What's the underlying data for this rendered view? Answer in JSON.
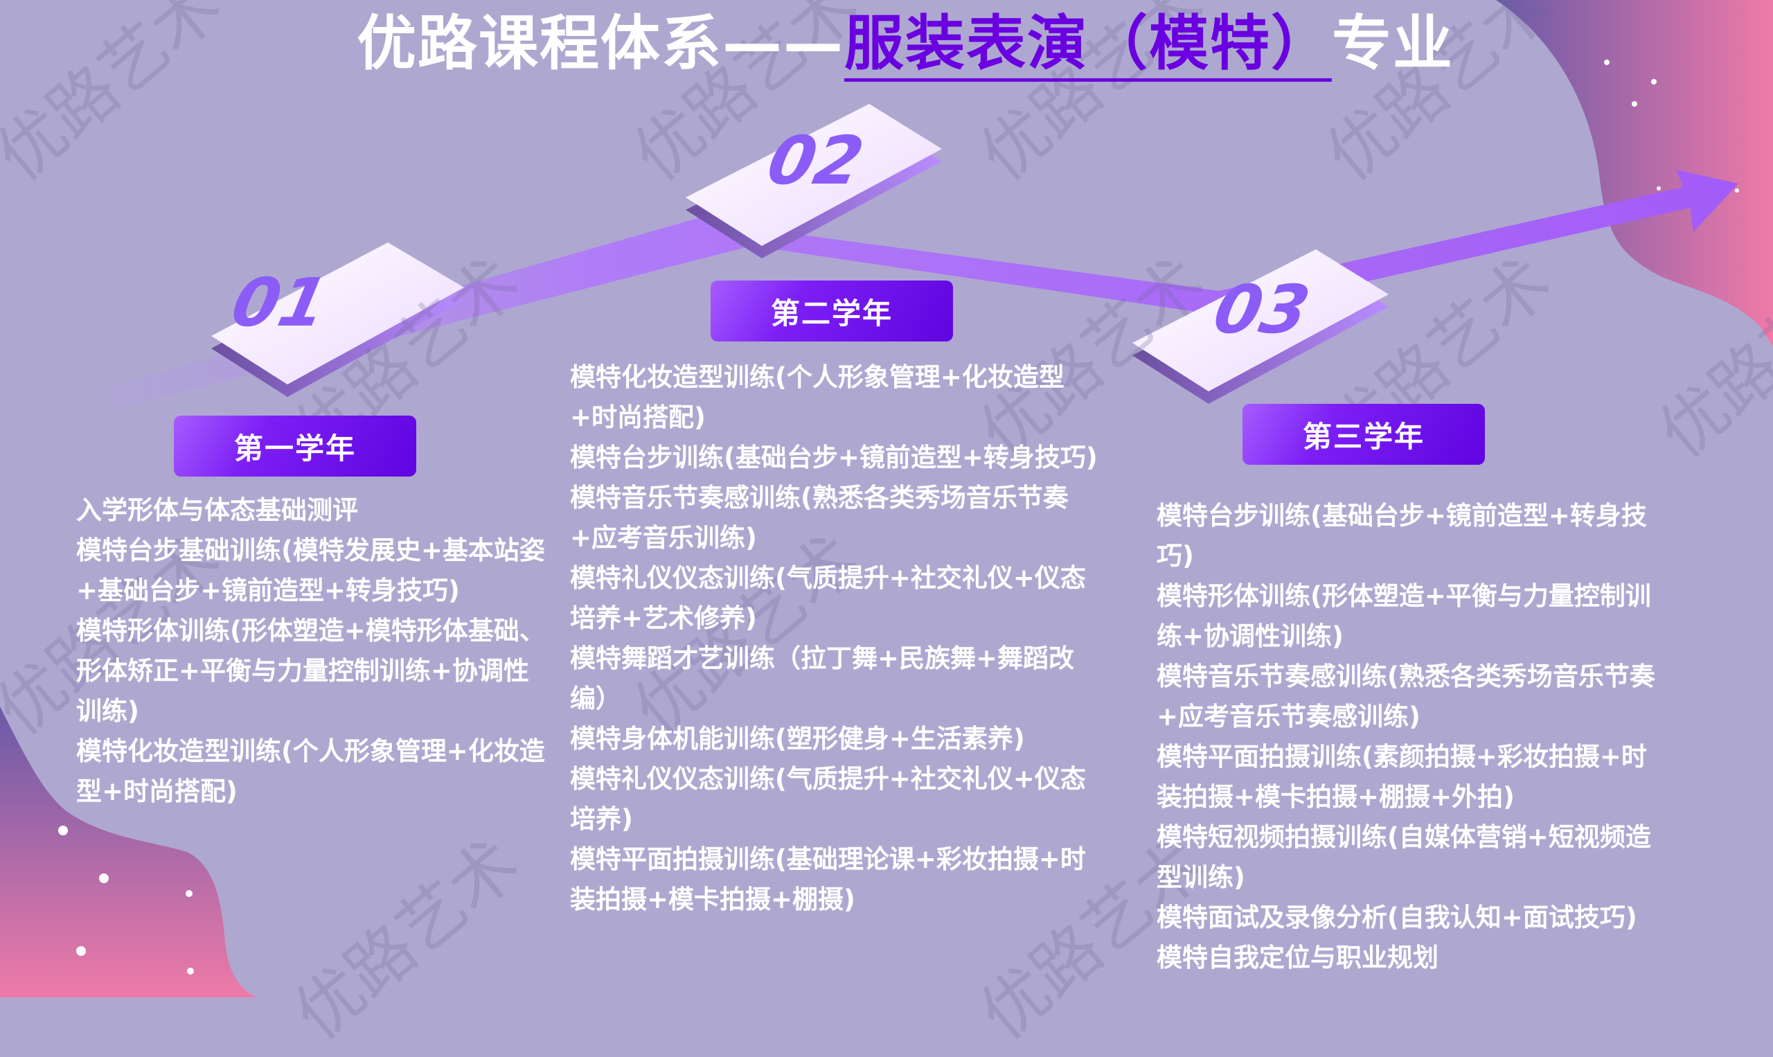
{
  "title": {
    "prefix": "优路课程体系——",
    "highlight": "服装表演（模特）",
    "suffix": "专业"
  },
  "colors": {
    "background": "#aea8d0",
    "accent": "#6a00e0",
    "label_gradient_start": "#a65cff",
    "label_gradient_end": "#6004e0",
    "arrow": "#a56cf5",
    "blob_top": "#6a5aa8",
    "blob_bottom": "#ee7aa8"
  },
  "watermark": "优路艺术",
  "steps": [
    {
      "number": "01",
      "label": "第一学年",
      "items": [
        "入学形体与体态基础测评",
        "模特台步基础训练(模特发展史+基本站姿+基础台步+镜前造型+转身技巧)",
        "模特形体训练(形体塑造+模特形体基础、形体矫正+平衡与力量控制训练+协调性训练)",
        "模特化妆造型训练(个人形象管理+化妆造型+时尚搭配)"
      ]
    },
    {
      "number": "02",
      "label": "第二学年",
      "items": [
        "模特化妆造型训练(个人形象管理+化妆造型+时尚搭配)",
        "模特台步训练(基础台步+镜前造型+转身技巧)",
        "模特音乐节奏感训练(熟悉各类秀场音乐节奏+应考音乐训练)",
        "模特礼仪仪态训练(气质提升+社交礼仪+仪态培养+艺术修养)",
        "模特舞蹈才艺训练（拉丁舞+民族舞+舞蹈改编）",
        "模特身体机能训练(塑形健身+生活素养)",
        "模特礼仪仪态训练(气质提升+社交礼仪+仪态培养)",
        "模特平面拍摄训练(基础理论课+彩妆拍摄+时装拍摄+模卡拍摄+棚摄)"
      ]
    },
    {
      "number": "03",
      "label": "第三学年",
      "items": [
        "模特台步训练(基础台步+镜前造型+转身技巧)",
        "模特形体训练(形体塑造+平衡与力量控制训练+协调性训练)",
        "模特音乐节奏感训练(熟悉各类秀场音乐节奏+应考音乐节奏感训练)",
        "模特平面拍摄训练(素颜拍摄+彩妆拍摄+时装拍摄+模卡拍摄+棚摄+外拍)",
        "模特短视频拍摄训练(自媒体营销+短视频造型训练)",
        "模特面试及录像分析(自我认知+面试技巧)",
        "模特自我定位与职业规划"
      ]
    }
  ]
}
